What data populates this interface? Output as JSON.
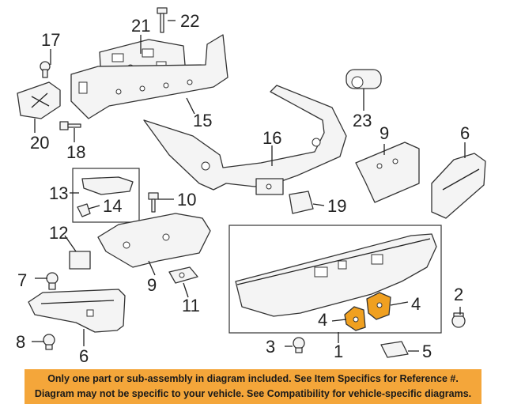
{
  "diagram": {
    "callouts": [
      "1",
      "2",
      "3",
      "4",
      "4",
      "5",
      "6",
      "7",
      "8",
      "9",
      "9",
      "10",
      "11",
      "12",
      "13",
      "14",
      "15",
      "16",
      "17",
      "18",
      "19",
      "20",
      "21",
      "22",
      "23"
    ],
    "highlight_color": "#f0a020"
  },
  "banner": {
    "line1": "Only one part or sub-assembly in diagram included. See Item Specifics for Reference #.",
    "line2": "Diagram may not be specific to your vehicle. See Compatibility for vehicle-specific diagrams.",
    "background": "#f4a63a"
  }
}
